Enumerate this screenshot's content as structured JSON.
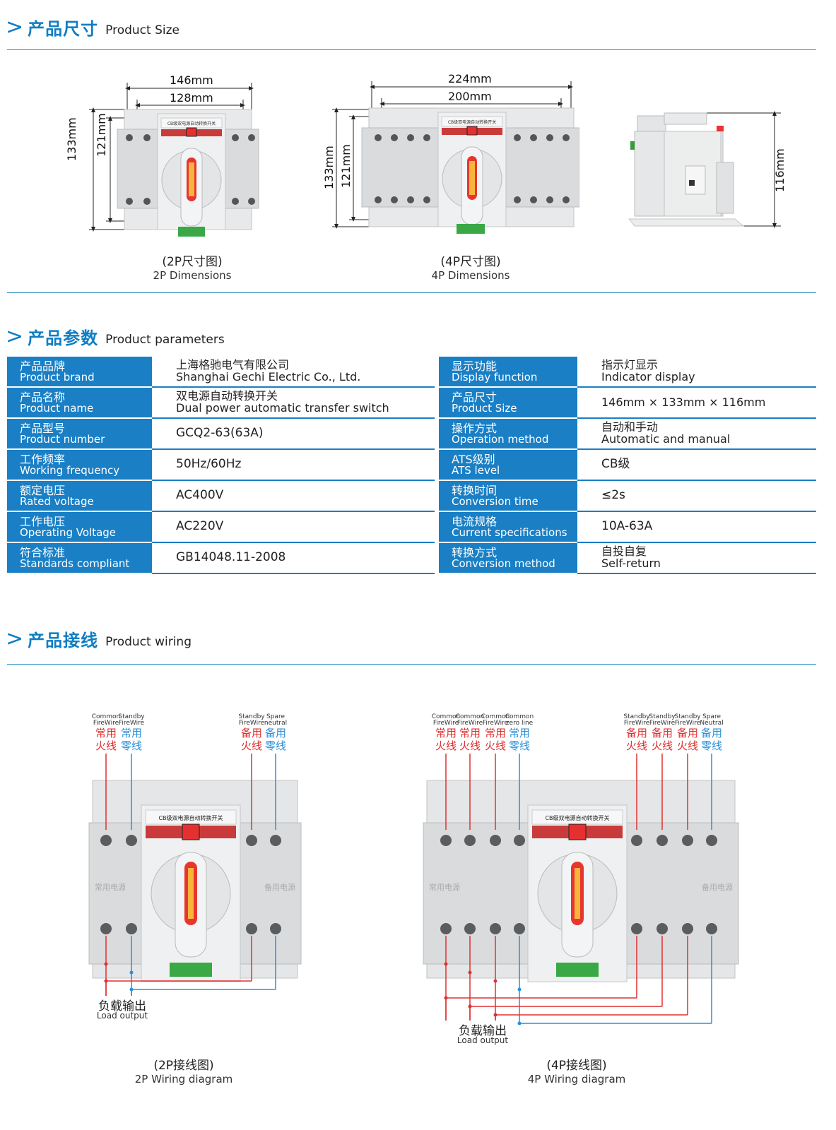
{
  "sections": {
    "size": {
      "zh": "产品尺寸",
      "en": "Product Size"
    },
    "params": {
      "zh": "产品参数",
      "en": "Product parameters"
    },
    "wiring": {
      "zh": "产品接线",
      "en": "Product wiring"
    }
  },
  "dimensions": {
    "p2": {
      "w_outer": "146mm",
      "w_inner": "128mm",
      "h_outer": "133mm",
      "h_inner": "121mm",
      "cap_zh": "(2P尺寸图)",
      "cap_en": "2P Dimensions",
      "label": "CB级双电源自动转换开关"
    },
    "p4": {
      "w_outer": "224mm",
      "w_inner": "200mm",
      "h_outer": "133mm",
      "h_inner": "121mm",
      "cap_zh": "(4P尺寸图)",
      "cap_en": "4P Dimensions",
      "label": "CB级双电源自动转换开关"
    },
    "side": {
      "depth": "116mm"
    }
  },
  "params": [
    {
      "l_zh": "产品品牌",
      "l_en": "Product brand",
      "v_zh": "上海格驰电气有限公司",
      "v_en": "Shanghai Gechi Electric Co., Ltd.",
      "r_zh": "显示功能",
      "r_en": "Display function",
      "rv_zh": "指示灯显示",
      "rv_en": "Indicator display"
    },
    {
      "l_zh": "产品名称",
      "l_en": "Product name",
      "v_zh": "双电源自动转换开关",
      "v_en": "Dual power automatic transfer switch",
      "r_zh": "产品尺寸",
      "r_en": "Product Size",
      "rv_zh": "146mm × 133mm × 116mm",
      "rv_en": ""
    },
    {
      "l_zh": "产品型号",
      "l_en": "Product number",
      "v_zh": "GCQ2-63(63A)",
      "v_en": "",
      "r_zh": "操作方式",
      "r_en": "Operation method",
      "rv_zh": "自动和手动",
      "rv_en": "Automatic and manual"
    },
    {
      "l_zh": "工作频率",
      "l_en": "Working frequency",
      "v_zh": "50Hz/60Hz",
      "v_en": "",
      "r_zh": "ATS级别",
      "r_en": "ATS level",
      "rv_zh": "CB级",
      "rv_en": ""
    },
    {
      "l_zh": "额定电压",
      "l_en": "Rated voltage",
      "v_zh": "AC400V",
      "v_en": "",
      "r_zh": "转换时间",
      "r_en": "Conversion time",
      "rv_zh": "≤2s",
      "rv_en": ""
    },
    {
      "l_zh": "工作电压",
      "l_en": "Operating Voltage",
      "v_zh": "AC220V",
      "v_en": "",
      "r_zh": "电流规格",
      "r_en": "Current specifications",
      "rv_zh": "10A-63A",
      "rv_en": ""
    },
    {
      "l_zh": "符合标准",
      "l_en": "Standards compliant",
      "v_zh": "GB14048.11-2008",
      "v_en": "",
      "r_zh": "转换方式",
      "r_en": "Conversion method",
      "rv_zh": "自投自复",
      "rv_en": "Self-return"
    }
  ],
  "wiring": {
    "p2": {
      "labels": [
        {
          "en1": "Common",
          "en2": "FireWire",
          "zh1": "常用",
          "zh2": "火线",
          "color": "#e03030"
        },
        {
          "en1": "Standby",
          "en2": "FireWire",
          "zh1": "常用",
          "zh2": "零线",
          "color": "#2a8fd8"
        },
        {
          "en1": "Standby",
          "en2": "FireWire",
          "zh1": "备用",
          "zh2": "火线",
          "color": "#e03030"
        },
        {
          "en1": "Spare",
          "en2": "neutral",
          "zh1": "备用",
          "zh2": "零线",
          "color": "#2a8fd8"
        }
      ],
      "load_zh": "负载输出",
      "load_en": "Load output",
      "cap_zh": "(2P接线图)",
      "cap_en": "2P Wiring diagram",
      "label": "CB级双电源自动转换开关",
      "left_tag": "常用电源",
      "right_tag": "备用电源"
    },
    "p4": {
      "labels": [
        {
          "en1": "Common",
          "en2": "FireWire",
          "zh1": "常用",
          "zh2": "火线",
          "color": "#e03030"
        },
        {
          "en1": "Common",
          "en2": "FireWire",
          "zh1": "常用",
          "zh2": "火线",
          "color": "#e03030"
        },
        {
          "en1": "Common",
          "en2": "FireWire",
          "zh1": "常用",
          "zh2": "火线",
          "color": "#e03030"
        },
        {
          "en1": "Common",
          "en2": "zero line",
          "zh1": "常用",
          "zh2": "零线",
          "color": "#2a8fd8"
        },
        {
          "en1": "Standby",
          "en2": "FireWire",
          "zh1": "备用",
          "zh2": "火线",
          "color": "#e03030"
        },
        {
          "en1": "Standby",
          "en2": "FireWire",
          "zh1": "备用",
          "zh2": "火线",
          "color": "#e03030"
        },
        {
          "en1": "Standby",
          "en2": "FireWire",
          "zh1": "备用",
          "zh2": "火线",
          "color": "#e03030"
        },
        {
          "en1": "Spare",
          "en2": "Neutral",
          "zh1": "备用",
          "zh2": "零线",
          "color": "#2a8fd8"
        }
      ],
      "load_zh": "负载输出",
      "load_en": "Load output",
      "cap_zh": "(4P接线图)",
      "cap_en": "4P Wiring diagram",
      "label": "CB级双电源自动转换开关",
      "left_tag": "常用电源",
      "right_tag": "备用电源"
    }
  },
  "colors": {
    "accent": "#1a7fc5",
    "live": "#e03030",
    "neutral": "#2a8fd8"
  }
}
